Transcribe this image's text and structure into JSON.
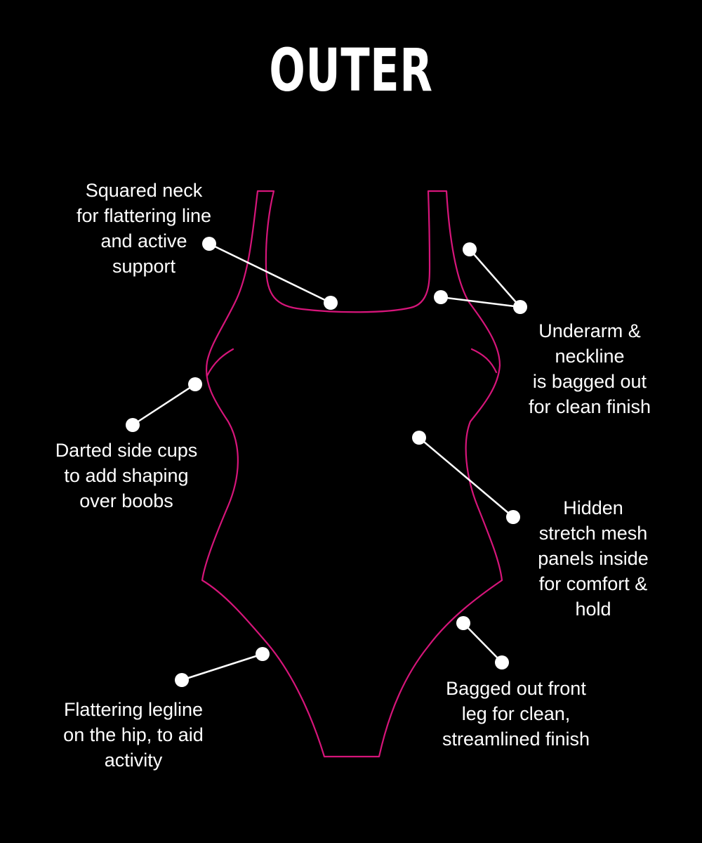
{
  "title": "OUTER",
  "colors": {
    "background": "#000000",
    "outline": "#d6157a",
    "leader": "#ffffff",
    "text": "#ffffff"
  },
  "callouts": {
    "squared_neck": "Squared neck\nfor flattering line\nand active\nsupport",
    "underarm_neckline": "Underarm &\nneckline\nis bagged out\nfor clean finish",
    "darted_side_cups": "Darted side cups\nto add shaping\nover boobs",
    "hidden_mesh": "Hidden\nstretch mesh\npanels inside\nfor comfort &\nhold",
    "flattering_legline": "Flattering legline\non the hip, to aid\nactivity",
    "bagged_front_leg": "Bagged out front\nleg for clean,\nstreamlined finish"
  }
}
